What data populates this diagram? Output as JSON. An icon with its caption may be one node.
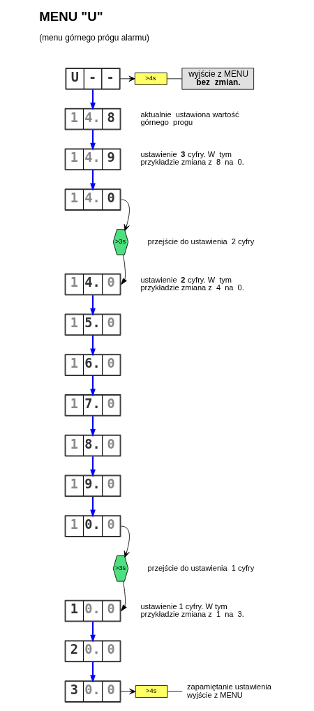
{
  "diagram": {
    "title": "MENU \"U\"",
    "nodes": [
      {
        "text": [
          "U",
          "-",
          "-"
        ]
      },
      {
        "text": [
          ">4s"
        ]
      },
      {
        "text": [
          "wyjście z MENU",
          "bez  zmian."
        ]
      },
      {
        "text": [
          "1",
          "4.",
          "8"
        ],
        "beside": [
          "aktualnie  ustawiona wartość górnego  progu"
        ]
      },
      {
        "text": [
          "1",
          "4.",
          "9"
        ],
        "beside": [
          "ustawienie **3** cyfry. W  tym przykładzie zmiana z  8  na  0."
        ]
      },
      {
        "text": [
          "1",
          "4.",
          "0"
        ]
      },
      {
        "text": [
          ">3s"
        ],
        "beside": [
          "przejście do ustawienia  2 cyfry"
        ]
      },
      {
        "text": [
          "1",
          "4.",
          "0"
        ],
        "beside": [
          "ustawienie **2** cyfry. W  tym przykładzie zmiana z  4  na  0."
        ]
      },
      {
        "text": [
          "1",
          "5.",
          "0"
        ]
      },
      {
        "text": [
          "1",
          "6.",
          "0"
        ]
      },
      {
        "text": [
          "1",
          "7.",
          "0"
        ]
      },
      {
        "text": [
          "1",
          "8.",
          "0"
        ]
      },
      {
        "text": [
          "1",
          "9.",
          "0"
        ]
      },
      {
        "text": [
          "1",
          "0.",
          "0"
        ]
      },
      {
        "text": [
          ">3s"
        ],
        "beside": [
          "przejście do ustawienia  1 cyfry"
        ]
      },
      {
        "text": [
          "1",
          "0.",
          "0"
        ],
        "beside": [
          "ustawienie 1 cyfry. W tym przykładzie zmiana z  1  na  3."
        ]
      },
      {
        "text": [
          "2",
          "0.",
          "0"
        ]
      },
      {
        "text": [
          "3",
          "0.",
          "0"
        ]
      },
      {
        "text": [
          ">4s"
        ]
      },
      {
        "text": [
          "zapamiętanie ustawienia",
          "wyjście z MENU"
        ]
      }
    ],
    "edges": [
      {
        "from": 0,
        "to": 1,
        "arrow": "to",
        "color": "#000000"
      },
      {
        "from": 1,
        "to": 2,
        "arrow": "none",
        "color": "#000000"
      },
      {
        "from": 0,
        "to": 3,
        "arrow": "to"
      },
      {
        "from": 3,
        "to": 4,
        "arrow": "to"
      },
      {
        "from": 4,
        "to": 5,
        "arrow": "to"
      },
      {
        "from": 5,
        "to": 6,
        "arrow": "to",
        "color": "#000000"
      },
      {
        "from": 6,
        "to": 7,
        "arrow": "to",
        "color": "#000000"
      },
      {
        "from": 7,
        "to": 8,
        "arrow": "to"
      },
      {
        "from": 8,
        "to": 9,
        "arrow": "to"
      },
      {
        "from": 9,
        "to": 10,
        "arrow": "to"
      },
      {
        "from": 10,
        "to": 11,
        "arrow": "to"
      },
      {
        "from": 11,
        "to": 12,
        "arrow": "to"
      },
      {
        "from": 12,
        "to": 13,
        "arrow": "to"
      },
      {
        "from": 13,
        "to": 14,
        "arrow": "to",
        "color": "#000000"
      },
      {
        "from": 14,
        "to": 15,
        "arrow": "to",
        "color": "#000000"
      },
      {
        "from": 15,
        "to": 16,
        "arrow": "to"
      },
      {
        "from": 16,
        "to": 17,
        "arrow": "to"
      },
      {
        "from": 17,
        "to": 18,
        "arrow": "to",
        "color": "#000000"
      },
      {
        "from": 18,
        "to": 19,
        "arrow": "none",
        "color": "#000000"
      }
    ],
    "labels": [
      "(menu górnego prógu alarmu)"
    ]
  }
}
